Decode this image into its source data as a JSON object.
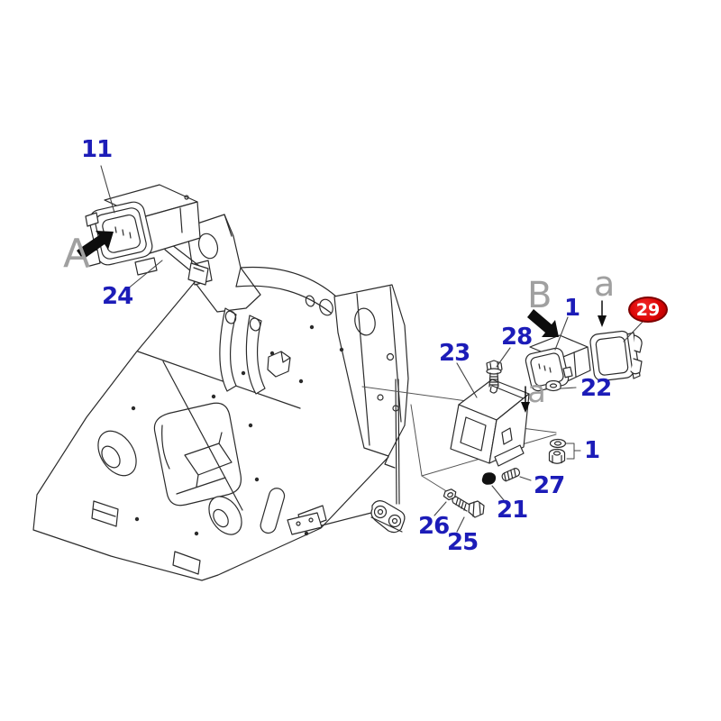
{
  "diagram": {
    "type": "exploded-parts-diagram",
    "background": "#ffffff",
    "line_color": "#2b2b2b",
    "label_color": "#1c1cb8",
    "letter_color": "#a0a0a0",
    "part_labels": [
      {
        "id": "11",
        "text": "11"
      },
      {
        "id": "24",
        "text": "24"
      },
      {
        "id": "23",
        "text": "23"
      },
      {
        "id": "28",
        "text": "28"
      },
      {
        "id": "1-upper",
        "text": "1"
      },
      {
        "id": "22",
        "text": "22"
      },
      {
        "id": "1-lower",
        "text": "1"
      },
      {
        "id": "27",
        "text": "27"
      },
      {
        "id": "21",
        "text": "21"
      },
      {
        "id": "26",
        "text": "26"
      },
      {
        "id": "25",
        "text": "25"
      }
    ],
    "view_letters": [
      {
        "id": "A",
        "text": "A"
      },
      {
        "id": "B",
        "text": "B"
      },
      {
        "id": "a-upper",
        "text": "a"
      },
      {
        "id": "a-lower",
        "text": "a"
      }
    ],
    "badge": {
      "text": "29",
      "bg": "#dc0404",
      "border": "#7e0000",
      "text_color": "#ffffff"
    },
    "icons": [
      "view-a-arrow-icon",
      "view-b-arrow-icon",
      "a-upper-down-arrow-icon",
      "a-lower-down-arrow-icon"
    ]
  }
}
